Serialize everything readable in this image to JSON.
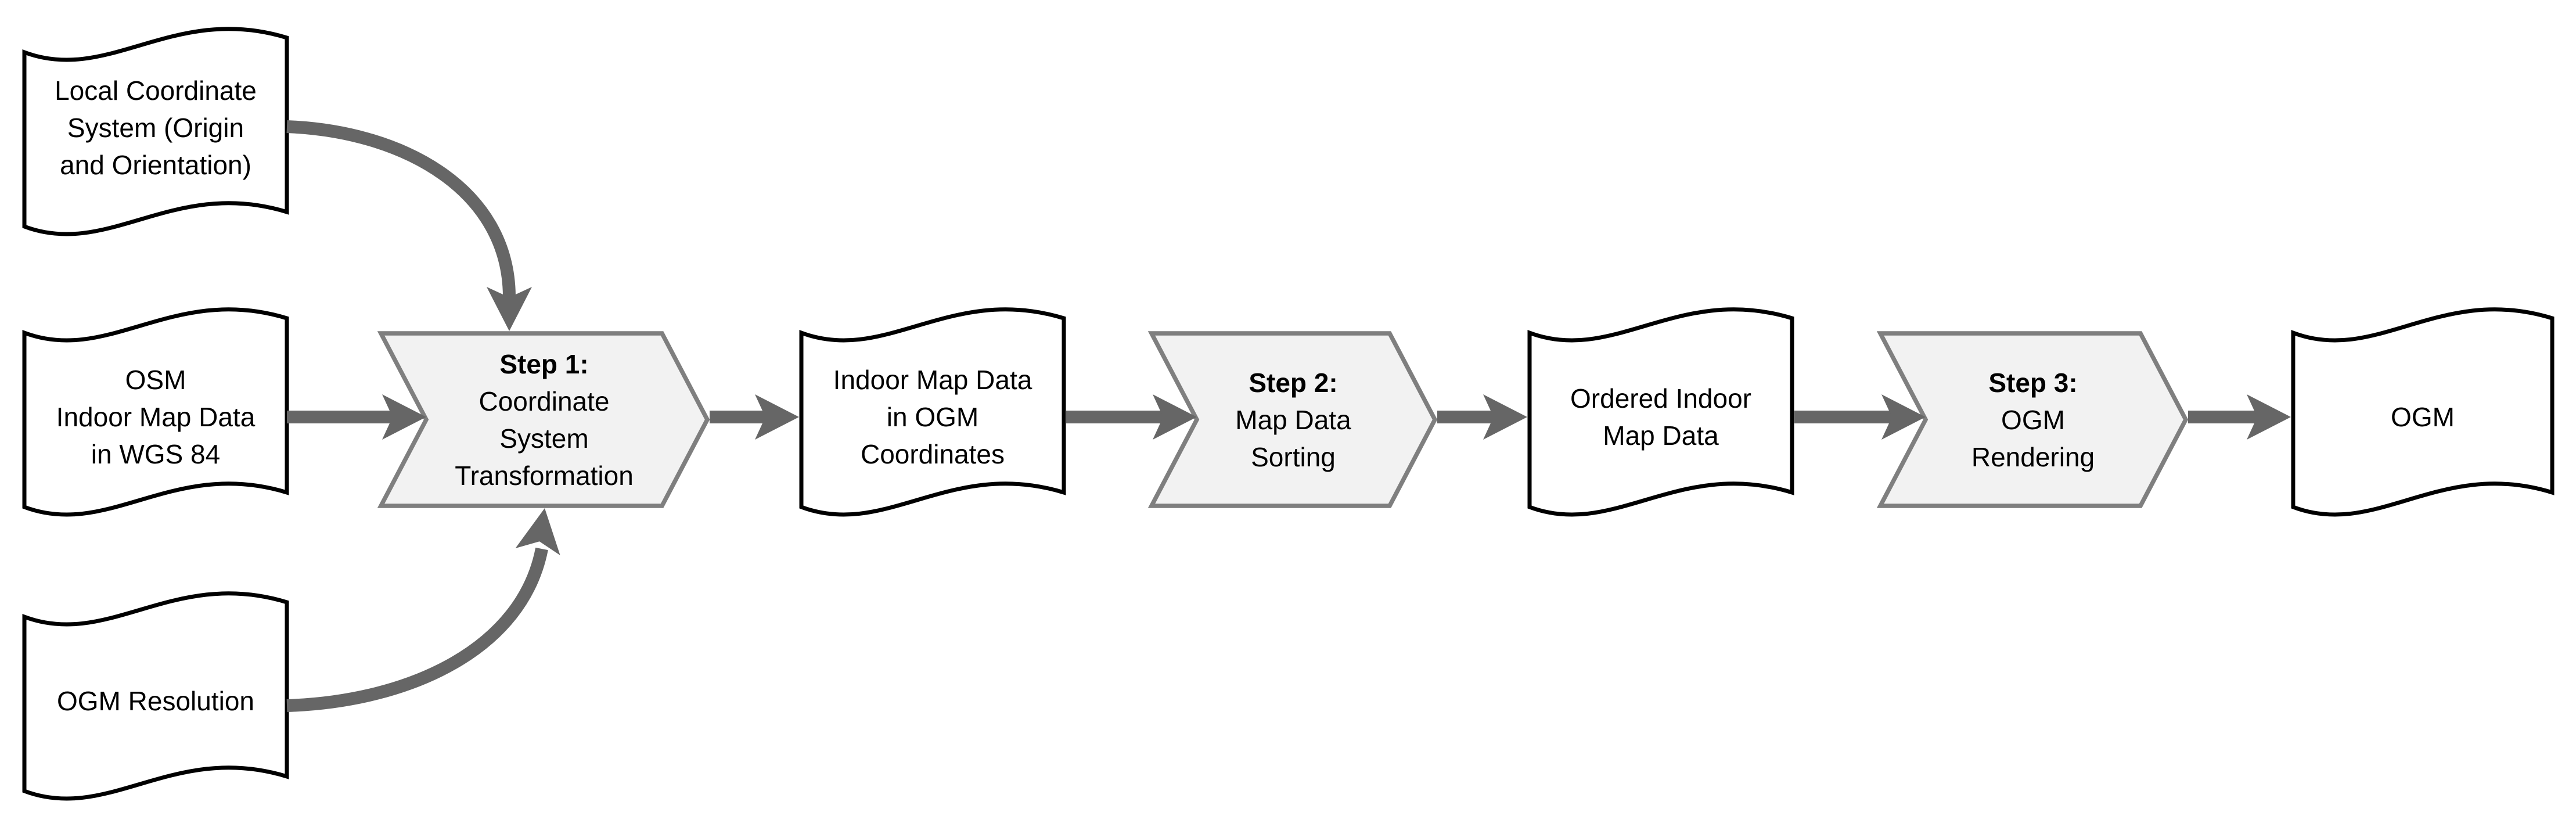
{
  "diagram": {
    "title": "OGM generation pipeline flowchart",
    "colors": {
      "background": "#ffffff",
      "arrow": "#666666",
      "chevron_fill": "#f2f2f2",
      "chevron_border": "#7f7f7f",
      "document_fill": "#ffffff",
      "document_border": "#000000",
      "text": "#000000"
    },
    "nodes": {
      "doc_local_cs": {
        "type": "tape-document",
        "lines": [
          "Local Coordinate",
          "System (Origin",
          "and Orientation)"
        ]
      },
      "doc_osm": {
        "type": "tape-document",
        "lines": [
          "OSM",
          "Indoor Map Data",
          "in WGS 84"
        ]
      },
      "doc_ogm_resolution": {
        "type": "tape-document",
        "lines": [
          "OGM Resolution"
        ]
      },
      "step1": {
        "type": "chevron-process",
        "title": "Step 1:",
        "lines": [
          "Coordinate",
          "System",
          "Transformation"
        ]
      },
      "doc_indoor_ogm": {
        "type": "tape-document",
        "lines": [
          "Indoor Map Data",
          "in OGM",
          "Coordinates"
        ]
      },
      "step2": {
        "type": "chevron-process",
        "title": "Step 2:",
        "lines": [
          "Map Data",
          "Sorting"
        ]
      },
      "doc_ordered": {
        "type": "tape-document",
        "lines": [
          "Ordered Indoor",
          "Map Data"
        ]
      },
      "step3": {
        "type": "chevron-process",
        "title": "Step 3:",
        "lines": [
          "OGM",
          "Rendering"
        ]
      },
      "doc_ogm": {
        "type": "tape-document",
        "lines": [
          "OGM"
        ]
      }
    },
    "edges": [
      {
        "from": "doc_local_cs",
        "to": "step1",
        "style": "curved-down"
      },
      {
        "from": "doc_osm",
        "to": "step1",
        "style": "straight"
      },
      {
        "from": "doc_ogm_resolution",
        "to": "step1",
        "style": "curved-up"
      },
      {
        "from": "step1",
        "to": "doc_indoor_ogm",
        "style": "straight"
      },
      {
        "from": "doc_indoor_ogm",
        "to": "step2",
        "style": "straight"
      },
      {
        "from": "step2",
        "to": "doc_ordered",
        "style": "straight"
      },
      {
        "from": "doc_ordered",
        "to": "step3",
        "style": "straight"
      },
      {
        "from": "step3",
        "to": "doc_ogm",
        "style": "straight"
      }
    ]
  }
}
